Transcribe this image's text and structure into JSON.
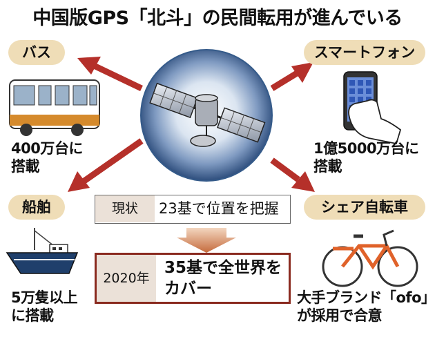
{
  "title": "中国版GPS「北斗」の民間転用が進んでいる",
  "categories": {
    "bus": {
      "label": "バス",
      "detail_line1": "400万台に",
      "detail_line2": "搭載"
    },
    "smartphone": {
      "label": "スマートフォン",
      "detail_line1": "1億5000万台に",
      "detail_line2": "搭載"
    },
    "ship": {
      "label": "船舶",
      "detail_line1": "5万隻以上",
      "detail_line2": "に搭載"
    },
    "bike": {
      "label": "シェア自転車",
      "detail_line1": "大手ブランド「ofo」",
      "detail_line2": "が採用で合意"
    }
  },
  "status": {
    "current_tag": "現状",
    "current_text": "23基で位置を把握",
    "future_tag": "2020年",
    "future_line1": "35基で全世界を",
    "future_line2": "カバー"
  },
  "colors": {
    "arrow": "#b5302a",
    "pill": "#efddb7",
    "tag_bg": "#ebe1d8",
    "future_border": "#8a2a1f",
    "globe_center": "#ffffff",
    "globe_edge": "#2d4d7c"
  },
  "icons": [
    "satellite-icon",
    "bus-icon",
    "smartphone-icon",
    "ship-icon",
    "bicycle-icon"
  ]
}
